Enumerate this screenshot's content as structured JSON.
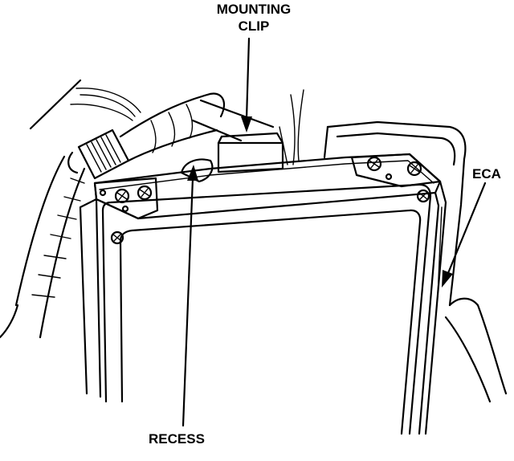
{
  "figure": {
    "labels": {
      "mounting_clip_line1": "MOUNTING",
      "mounting_clip_line2": "CLIP",
      "eca": "ECA",
      "recess": "RECESS"
    }
  }
}
